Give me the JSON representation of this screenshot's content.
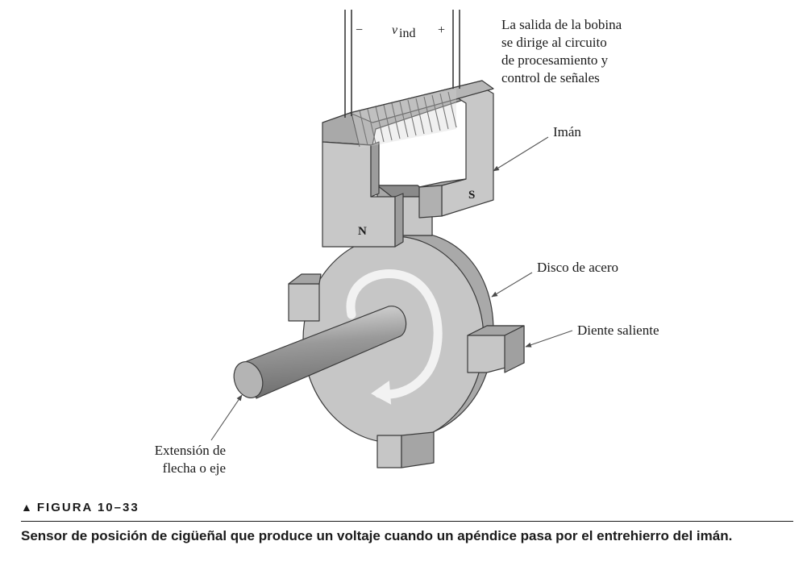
{
  "labels": {
    "coil_output": [
      "La salida de la bobina",
      "se dirige al circuito",
      "de procesamiento y",
      "control de señales"
    ],
    "magnet": "Imán",
    "steel_disc": "Disco de acero",
    "tooth": "Diente saliente",
    "shaft": [
      "Extensión de",
      "flecha o eje"
    ]
  },
  "voltage": {
    "minus": "−",
    "symbol": "v",
    "subscript": "ind",
    "plus": "+"
  },
  "poles": {
    "north": "N",
    "south": "S"
  },
  "figure": {
    "marker": "▲",
    "title": "FIGURA 10–33",
    "caption": "Sensor de posición de cigüeñal que produce un voltaje cuando un apéndice pasa por el entrehierro del imán."
  },
  "colors": {
    "body": "#c4c4c4",
    "shade": "#a6a6a6",
    "dark": "#8c8c8c",
    "line": "#3a3a3a",
    "arrow": "#eeeeee"
  }
}
